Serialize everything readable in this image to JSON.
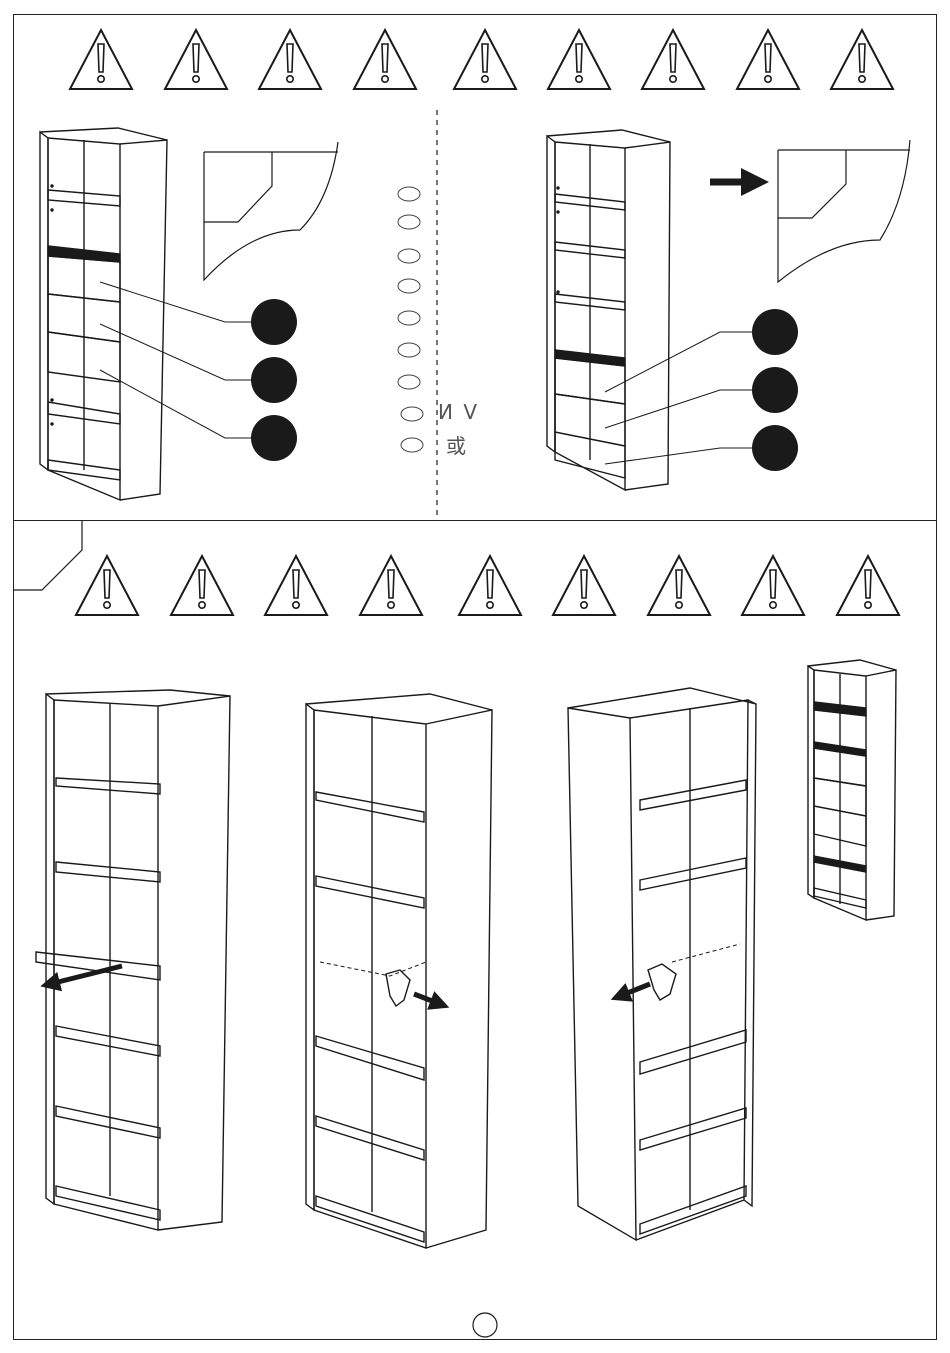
{
  "sheet": {
    "ink_color": "#1a1a1a",
    "badge_fill": "#1a1a1a",
    "icon": "warning-triangle-icon"
  },
  "top_panel": {
    "warning_count": 9,
    "left_badges": 3,
    "right_badges": 3,
    "choice_marks": 9,
    "handwritten_text": "И  V",
    "handwritten_char": "或"
  },
  "bottom_panel": {
    "warning_count": 9,
    "assembly_steps": [
      "remove-shelf",
      "insert-connector-right",
      "insert-connector-left"
    ]
  },
  "footer": {
    "page_number": ""
  }
}
